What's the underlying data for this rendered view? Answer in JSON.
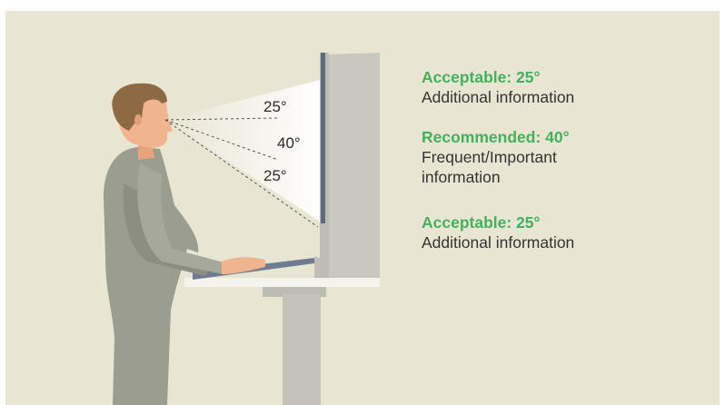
{
  "colors": {
    "background": "#e9e5d3",
    "accent_green": "#43b05c",
    "text": "#333333",
    "monitor": "#c9c8c0",
    "screen": "#5f6a80",
    "desk": "#f4f3ec",
    "person": "#9b9d91"
  },
  "angles": {
    "upper": "25°",
    "middle": "40°",
    "lower": "25°"
  },
  "zones": [
    {
      "heading": "Acceptable: 25°",
      "description": "Additional information"
    },
    {
      "heading": "Recommended: 40°",
      "description": "Frequent/Important information"
    },
    {
      "heading": "Acceptable: 25°",
      "description": "Additional information"
    }
  ]
}
